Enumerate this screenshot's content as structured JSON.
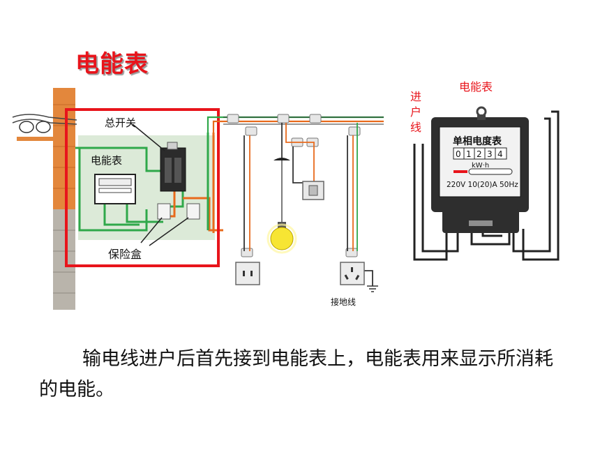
{
  "slide": {
    "title": "电能表",
    "caption": "输电线进户后首先接到电能表上，电能表用来显示所消耗的电能。"
  },
  "wiring_diagram": {
    "label_main_switch": "总开关",
    "label_meter": "电能表",
    "label_fuse_box": "保险盒",
    "label_ground_wire": "接地线"
  },
  "meter_photo": {
    "label_meter": "电能表",
    "label_incoming_line": [
      "进",
      "户",
      "线"
    ],
    "nameplate_title": "单相电度表",
    "digits": [
      "0",
      "1",
      "2",
      "3",
      "4"
    ],
    "unit": "kW·h",
    "rating": "220V 10(20)A 50Hz"
  },
  "colors": {
    "title_red": "#e8141b",
    "highlight_box": "#e8141b",
    "wire_green": "#2fa84a",
    "wire_orange": "#e86a1c",
    "wall_brick": "#e3873c"
  }
}
